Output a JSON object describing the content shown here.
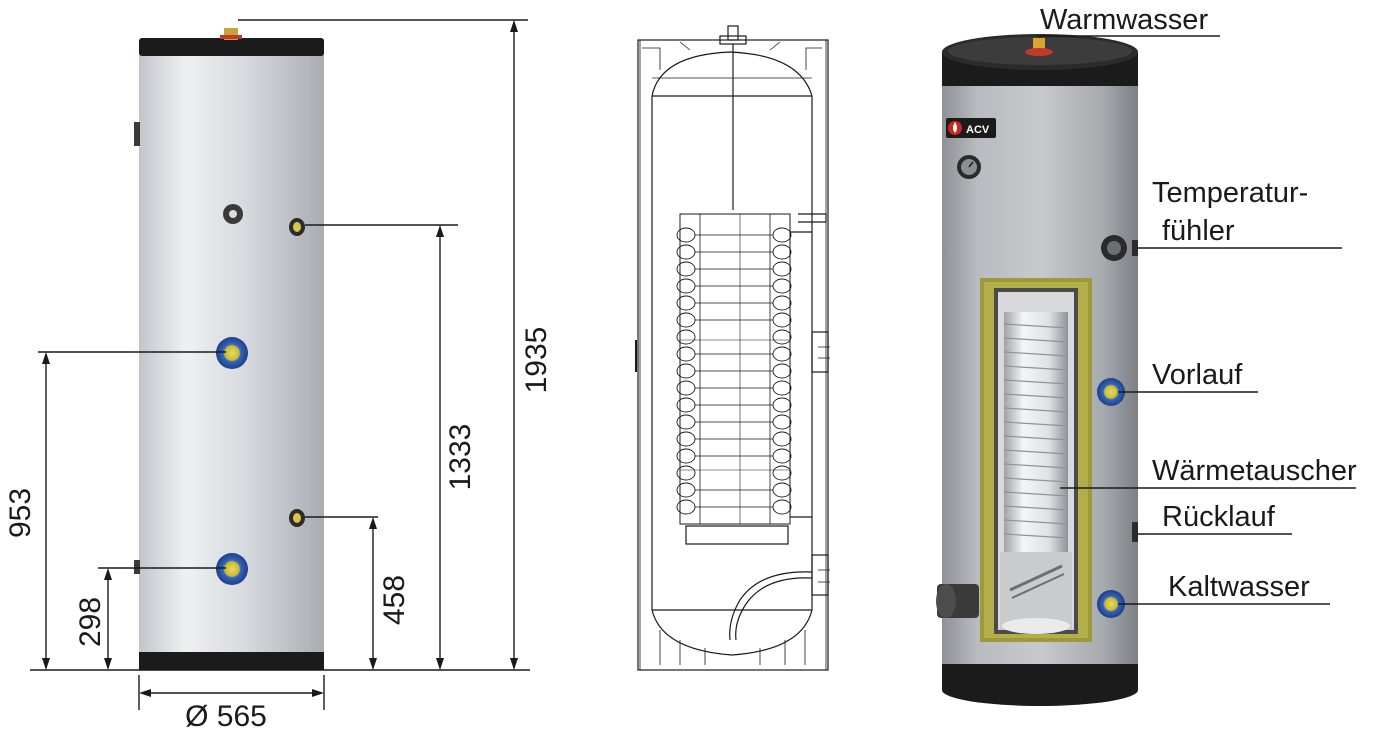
{
  "left_view": {
    "dimensions": {
      "total_height": "1935",
      "coil_upper": "1333",
      "flow_port": "953",
      "return_port": "458",
      "cold_port": "298",
      "diameter": "Ø 565"
    }
  },
  "right_view": {
    "brand": "ACV",
    "labels": {
      "warmwasser": "Warmwasser",
      "temperatur_line1": "Temperatur-",
      "temperatur_line2": "fühler",
      "vorlauf": "Vorlauf",
      "waermetauscher": "Wärmetauscher",
      "ruecklauf": "Rücklauf",
      "kaltwasser": "Kaltwasser"
    }
  },
  "colors": {
    "steel_light": "#e9ecef",
    "steel_mid": "#c9cdd2",
    "steel_dark": "#9ea3a9",
    "cap_black": "#1b1b1b",
    "port_blue": "#2f5fb4",
    "port_yellow": "#e2d24a",
    "insulation": "#9e9a3c",
    "brand_red": "#c8281e",
    "line": "#1a1a1a"
  }
}
